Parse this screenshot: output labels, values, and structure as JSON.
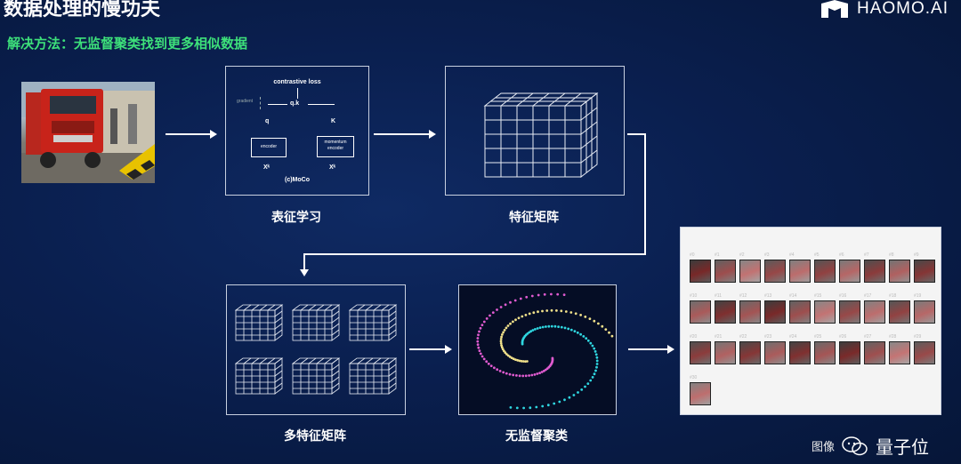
{
  "header": {
    "title": "数据处理的慢功夫",
    "subtitle": "解决方法：无监督聚类找到更多相似数据",
    "brand": "HAOMO.AI"
  },
  "moco": {
    "loss": "contrastive loss",
    "gradient": "gradient",
    "qk": "q.k",
    "q": "q",
    "k": "K",
    "encoder": "encoder",
    "momentum_encoder_line1": "momentum",
    "momentum_encoder_line2": "encoder",
    "xq": "Xᵏ",
    "xk": "Xᵏ",
    "caption": "(c)MoCo"
  },
  "labels": {
    "representation": "表征学习",
    "feature_matrix": "特征矩阵",
    "multi_feature_matrix": "多特征矩阵",
    "clustering": "无监督聚类"
  },
  "watermark": {
    "prefix": "图像",
    "name": "量子位"
  },
  "thumb_labels": [
    "#0",
    "#1",
    "#2",
    "#3",
    "#4",
    "#5",
    "#6",
    "#7",
    "#8",
    "#9",
    "#10",
    "#11",
    "#12",
    "#13",
    "#14",
    "#15",
    "#16",
    "#17",
    "#18",
    "#19",
    "#20",
    "#21",
    "#22",
    "#23",
    "#24",
    "#25",
    "#26",
    "#27",
    "#28",
    "#29",
    "#30"
  ],
  "colors": {
    "accent_green": "#3de07a",
    "background": "#0a1f4f",
    "spiral_pink": "#e05bd0",
    "spiral_cyan": "#2fd6e0",
    "spiral_yellow": "#f0e08a"
  }
}
